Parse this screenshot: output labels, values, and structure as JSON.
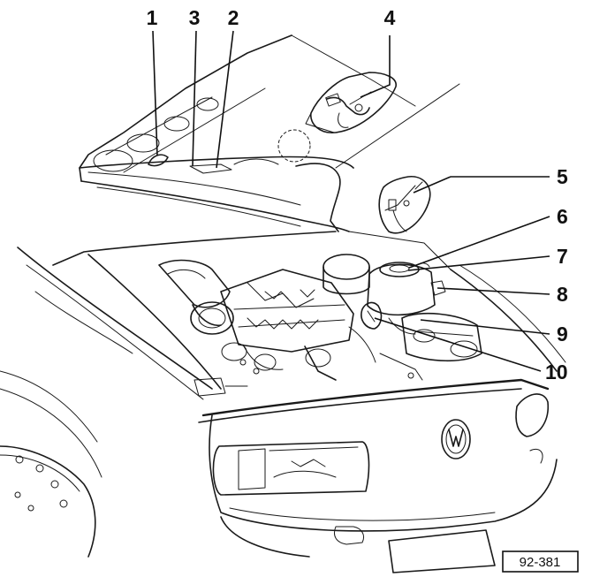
{
  "callouts": {
    "c1": "1",
    "c2": "2",
    "c3": "3",
    "c4": "4",
    "c5": "5",
    "c6": "6",
    "c7": "7",
    "c8": "8",
    "c9": "9",
    "c10": "10"
  },
  "figure_ref": "92-381"
}
